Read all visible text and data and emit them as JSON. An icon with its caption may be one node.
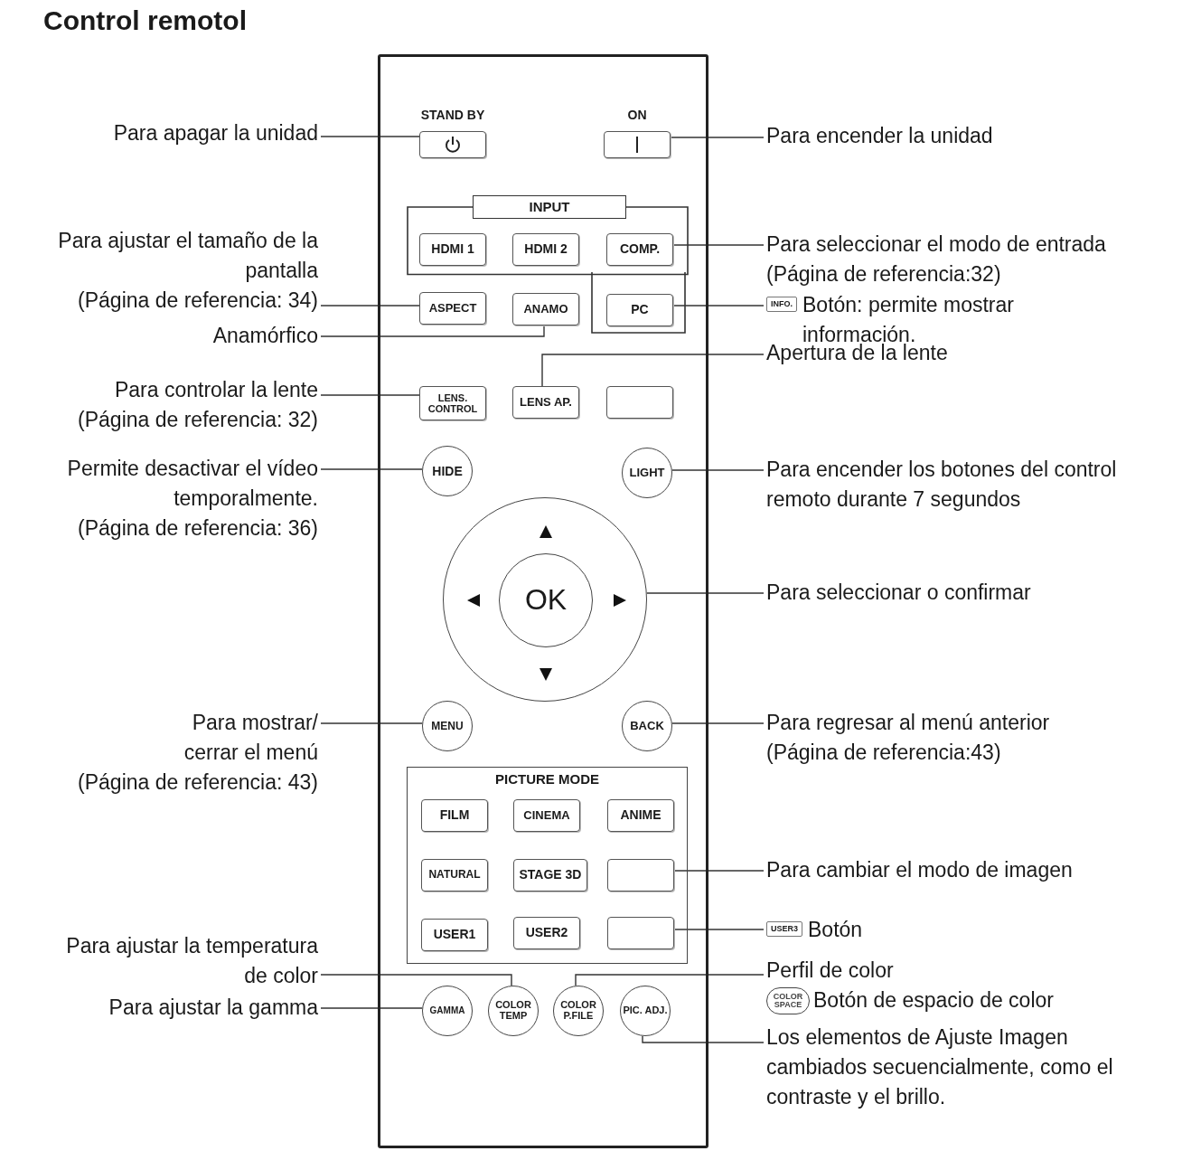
{
  "diagram": {
    "title": "Control remotol",
    "nodes": [
      {
        "text": [],
        "shape": "box"
      },
      {
        "text": [
          "STAND BY"
        ],
        "in": 0
      },
      {
        "text": [
          "ON"
        ],
        "in": 0
      },
      {
        "text": [
          "INPUT"
        ],
        "in": 0
      },
      {
        "text": [
          "HDMI 1"
        ],
        "in": 3
      },
      {
        "text": [
          "HDMI 2"
        ],
        "in": 3
      },
      {
        "text": [
          "COMP."
        ],
        "in": 3
      },
      {
        "text": [
          "ASPECT"
        ],
        "in": 0
      },
      {
        "text": [
          "ANAMO"
        ],
        "in": 0
      },
      {
        "text": [
          "PC"
        ],
        "in": 0
      },
      {
        "text": [
          "LENS. CONTROL"
        ],
        "in": 0
      },
      {
        "text": [
          "LENS AP."
        ],
        "in": 0
      },
      {
        "text": [],
        "shape": "box",
        "in": 0
      },
      {
        "text": [
          "HIDE"
        ],
        "in": 0
      },
      {
        "text": [
          "LIGHT"
        ],
        "in": 0
      },
      {
        "text": [],
        "shape": "circle",
        "in": 0
      },
      {
        "text": [
          "OK"
        ],
        "in": 15
      },
      {
        "text": [
          "MENU"
        ],
        "in": 0
      },
      {
        "text": [
          "BACK"
        ],
        "in": 0
      },
      {
        "text": [
          "PICTURE MODE"
        ],
        "in": 0
      },
      {
        "text": [
          "FILM"
        ],
        "in": 19
      },
      {
        "text": [
          "CINEMA"
        ],
        "in": 19
      },
      {
        "text": [
          "ANIME"
        ],
        "in": 19
      },
      {
        "text": [
          "NATURAL"
        ],
        "in": 19
      },
      {
        "text": [
          "STAGE 3D"
        ],
        "in": 19
      },
      {
        "text": [],
        "shape": "box",
        "in": 19
      },
      {
        "text": [
          "USER1"
        ],
        "in": 19
      },
      {
        "text": [
          "USER2"
        ],
        "in": 19
      },
      {
        "text": [],
        "shape": "box",
        "in": 19
      },
      {
        "text": [
          "GAMMA"
        ],
        "in": 0
      },
      {
        "text": [
          "COLOR TEMP"
        ],
        "in": 0
      },
      {
        "text": [
          "COLOR P.FILE"
        ],
        "in": 0
      },
      {
        "text": [
          "PIC. ADJ."
        ],
        "in": 0
      },
      {
        "text": [
          "Para apagar la unidad"
        ]
      },
      {
        "text": [
          "Para encender la unidad"
        ]
      },
      {
        "text": [
          "Para ajustar el tamaño de la pantalla",
          "(Página de referencia: 34)"
        ]
      },
      {
        "text": [
          "Para seleccionar el modo de entrada",
          "(Página de referencia:32)"
        ]
      },
      {
        "text": [
          "INFO.",
          "Botón: permite mostrar información."
        ]
      },
      {
        "text": [
          "Anamórfico"
        ]
      },
      {
        "text": [
          "Apertura de la lente"
        ]
      },
      {
        "text": [
          "Para controlar la lente",
          "(Página de referencia: 32)"
        ]
      },
      {
        "text": [
          "Permite desactivar el vídeo temporalmente.",
          "(Página de referencia: 36)"
        ]
      },
      {
        "text": [
          "Para encender los botones del control remoto durante 7 segundos"
        ]
      },
      {
        "text": [
          "Para seleccionar o confirmar"
        ]
      },
      {
        "text": [
          "Para mostrar/ cerrar el menú",
          "(Página de referencia: 43)"
        ]
      },
      {
        "text": [
          "Para regresar al menú anterior",
          "(Página de referencia:43)"
        ]
      },
      {
        "text": [
          "Para cambiar el modo de imagen"
        ]
      },
      {
        "text": [
          "USER3",
          "Botón"
        ]
      },
      {
        "text": [
          "Para ajustar la temperatura de color"
        ]
      },
      {
        "text": [
          "Perfil de color"
        ]
      },
      {
        "text": [
          "Para ajustar la gamma"
        ]
      },
      {
        "text": [
          "Los elementos de Ajuste Imagen cambiados secuencialmente, como el contraste y el brillo."
        ]
      }
    ],
    "edges": [
      {
        "from": 33,
        "to": 1,
        "arrow": "none"
      },
      {
        "from": 34,
        "to": 2,
        "arrow": "none"
      },
      {
        "from": 35,
        "to": 7,
        "arrow": "none"
      },
      {
        "from": 36,
        "to": 6,
        "arrow": "none"
      },
      {
        "from": 37,
        "to": 9,
        "arrow": "none"
      },
      {
        "from": 38,
        "to": 8,
        "arrow": "none"
      },
      {
        "from": 39,
        "to": 11,
        "arrow": "none"
      },
      {
        "from": 40,
        "to": 10,
        "arrow": "none"
      },
      {
        "from": 41,
        "to": 13,
        "arrow": "none"
      },
      {
        "from": 42,
        "to": 14,
        "arrow": "none"
      },
      {
        "from": 43,
        "to": 15,
        "arrow": "none"
      },
      {
        "from": 44,
        "to": 17,
        "arrow": "none"
      },
      {
        "from": 45,
        "to": 18,
        "arrow": "none"
      },
      {
        "from": 46,
        "to": 25,
        "arrow": "none"
      },
      {
        "from": 47,
        "to": 28,
        "arrow": "none"
      },
      {
        "from": 48,
        "to": 30,
        "arrow": "none"
      },
      {
        "from": 49,
        "to": 31,
        "arrow": "none"
      },
      {
        "from": 50,
        "to": 29,
        "arrow": "none"
      },
      {
        "from": 51,
        "to": 32,
        "arrow": "none"
      }
    ],
    "labels": [
      "COLOR SPACE",
      "Botón de espacio de color"
    ]
  }
}
